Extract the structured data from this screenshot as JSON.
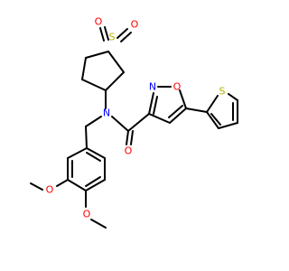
{
  "molecule": {
    "colors": {
      "bond": "#000000",
      "O": "#ff0000",
      "N": "#0000ff",
      "S": "#b2b200",
      "background": "#ffffff"
    },
    "atoms": {
      "o_sulfone_left": "O",
      "s_sulfolane": "S",
      "o_sulfone_right": "O",
      "o_isoxazole": "O",
      "n_isoxazole": "N",
      "n_amide": "N",
      "o_carbonyl": "O",
      "s_thiophene": "S",
      "o_methoxy_top": "O",
      "o_methoxy_bottom": "O"
    }
  }
}
